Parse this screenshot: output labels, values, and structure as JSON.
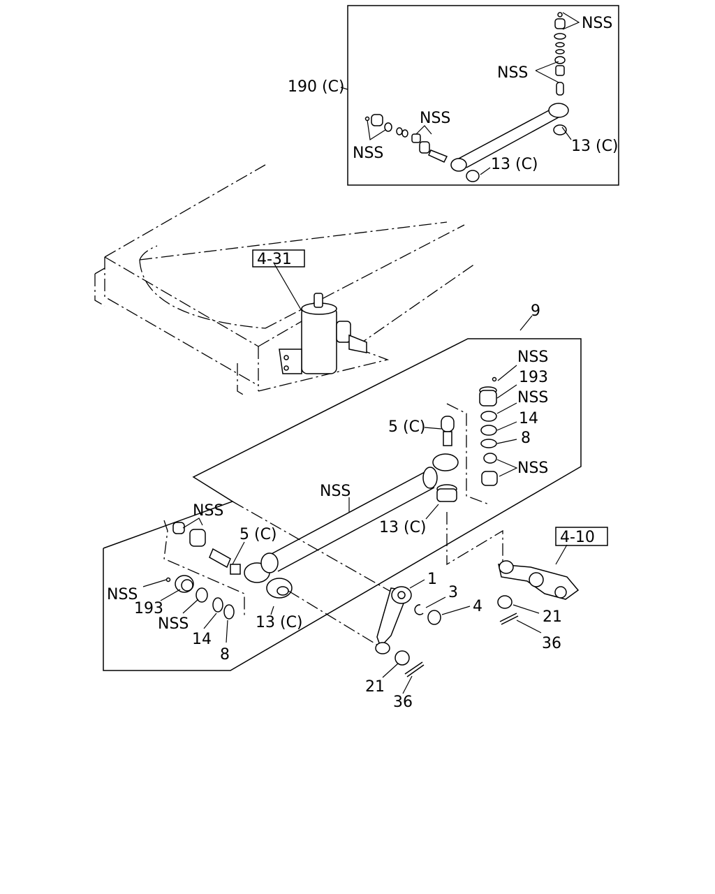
{
  "diagram": {
    "inset": {
      "ref_label": "190 (C)",
      "labels": [
        "NSS",
        "NSS",
        "NSS",
        "NSS",
        "13 (C)",
        "13 (C)"
      ]
    },
    "main": {
      "ref_box_gearbox": "4-31",
      "ref_box_arm": "4-10",
      "assembly_label": "9",
      "right_end": [
        "NSS",
        "193",
        "NSS",
        "14",
        "8",
        "NSS"
      ],
      "stud_right": "5 (C)",
      "tube_label": "NSS",
      "boot_right": "13 (C)",
      "left_end_top": "NSS",
      "stud_left": "5 (C)",
      "left_end": [
        "NSS",
        "193",
        "NSS",
        "14",
        "8"
      ],
      "boot_left": "13 (C)",
      "arm_labels": [
        "1",
        "3",
        "4",
        "21",
        "36"
      ],
      "pitman_labels": [
        "21",
        "36"
      ]
    }
  }
}
